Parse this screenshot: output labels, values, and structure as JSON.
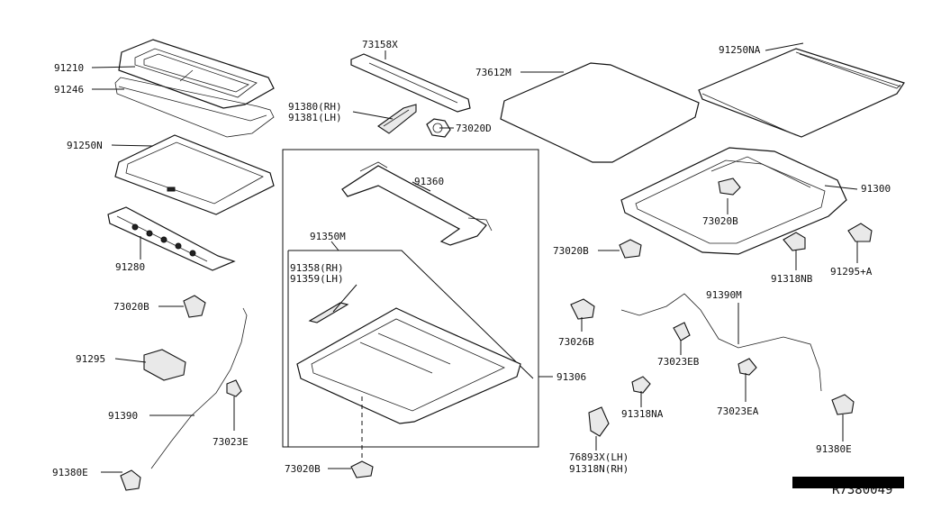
{
  "labels": {
    "p91210": "91210",
    "p91246": "91246",
    "p91250n": "91250N",
    "p91280": "91280",
    "p73158x": "73158X",
    "p91380rh": "91380(RH)",
    "p91381lh": "91381(LH)",
    "p73020d": "73020D",
    "p73612m": "73612M",
    "p91250na": "91250NA",
    "p91360": "91360",
    "p91350m": "91350M",
    "p91358rh": "91358(RH)",
    "p91359lh": "91359(LH)",
    "p91300": "91300",
    "p73020b_a": "73020B",
    "p73020b_b": "73020B",
    "p91318nb": "91318NB",
    "p91295a": "91295+A",
    "p73020b_c": "73020B",
    "p91295": "91295",
    "p91390": "91390",
    "p73023e": "73023E",
    "p91380e_l": "91380E",
    "p73020b_d": "73020B",
    "p91306": "91306",
    "p91390m": "91390M",
    "p73026b": "73026B",
    "p73023eb": "73023EB",
    "p91318na": "91318NA",
    "p73023ea": "73023EA",
    "p76893x": "76893X(LH)",
    "p91318n": "91318N(RH)",
    "p91380e_r": "91380E",
    "diagram_code": "R7380049"
  }
}
